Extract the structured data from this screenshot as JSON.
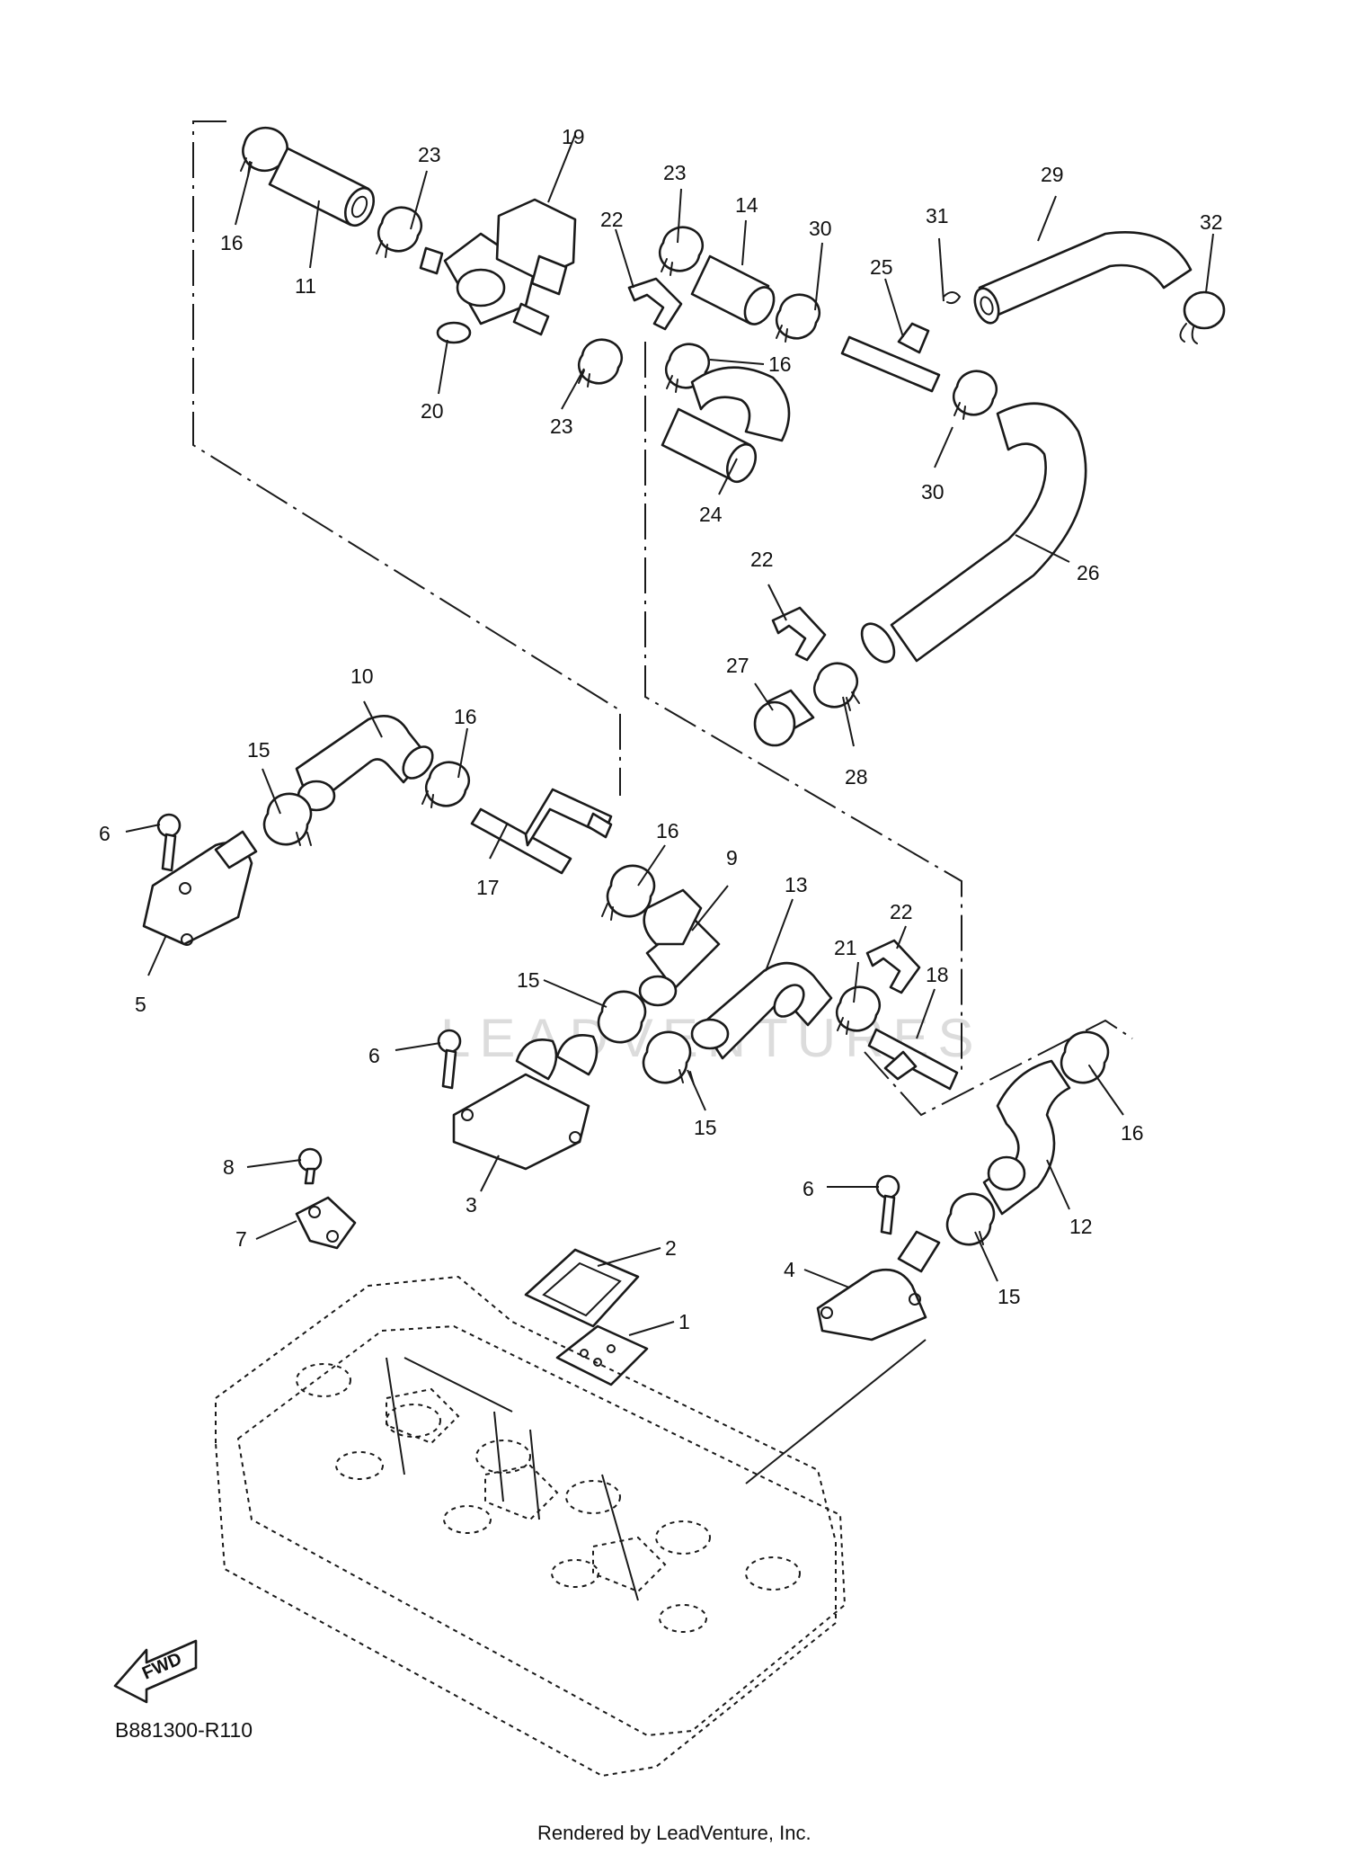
{
  "diagram_code": "B881300-R110",
  "credit": "Rendered by LeadVenture, Inc.",
  "watermark": "LEADVENTURES",
  "fwd_label": "FWD",
  "callouts": [
    {
      "id": "c16a",
      "text": "16"
    },
    {
      "id": "c11",
      "text": "11"
    },
    {
      "id": "c23a",
      "text": "23"
    },
    {
      "id": "c19",
      "text": "19"
    },
    {
      "id": "c20",
      "text": "20"
    },
    {
      "id": "c23b",
      "text": "23"
    },
    {
      "id": "c22a",
      "text": "22"
    },
    {
      "id": "c23c",
      "text": "23"
    },
    {
      "id": "c14",
      "text": "14"
    },
    {
      "id": "c30a",
      "text": "30"
    },
    {
      "id": "c31",
      "text": "31"
    },
    {
      "id": "c25",
      "text": "25"
    },
    {
      "id": "c29",
      "text": "29"
    },
    {
      "id": "c32",
      "text": "32"
    },
    {
      "id": "c16b",
      "text": "16"
    },
    {
      "id": "c24",
      "text": "24"
    },
    {
      "id": "c30b",
      "text": "30"
    },
    {
      "id": "c26",
      "text": "26"
    },
    {
      "id": "c22b",
      "text": "22"
    },
    {
      "id": "c27",
      "text": "27"
    },
    {
      "id": "c28",
      "text": "28"
    },
    {
      "id": "c10",
      "text": "10"
    },
    {
      "id": "c16c",
      "text": "16"
    },
    {
      "id": "c15a",
      "text": "15"
    },
    {
      "id": "c6a",
      "text": "6"
    },
    {
      "id": "c17",
      "text": "17"
    },
    {
      "id": "c5",
      "text": "5"
    },
    {
      "id": "c16d",
      "text": "16"
    },
    {
      "id": "c9",
      "text": "9"
    },
    {
      "id": "c13",
      "text": "13"
    },
    {
      "id": "c22c",
      "text": "22"
    },
    {
      "id": "c21",
      "text": "21"
    },
    {
      "id": "c18",
      "text": "18"
    },
    {
      "id": "c15b",
      "text": "15"
    },
    {
      "id": "c6b",
      "text": "6"
    },
    {
      "id": "c15c",
      "text": "15"
    },
    {
      "id": "c3",
      "text": "3"
    },
    {
      "id": "c16e",
      "text": "16"
    },
    {
      "id": "c12",
      "text": "12"
    },
    {
      "id": "c8",
      "text": "8"
    },
    {
      "id": "c7",
      "text": "7"
    },
    {
      "id": "c6c",
      "text": "6"
    },
    {
      "id": "c2",
      "text": "2"
    },
    {
      "id": "c4",
      "text": "4"
    },
    {
      "id": "c15d",
      "text": "15"
    },
    {
      "id": "c1",
      "text": "1"
    }
  ]
}
